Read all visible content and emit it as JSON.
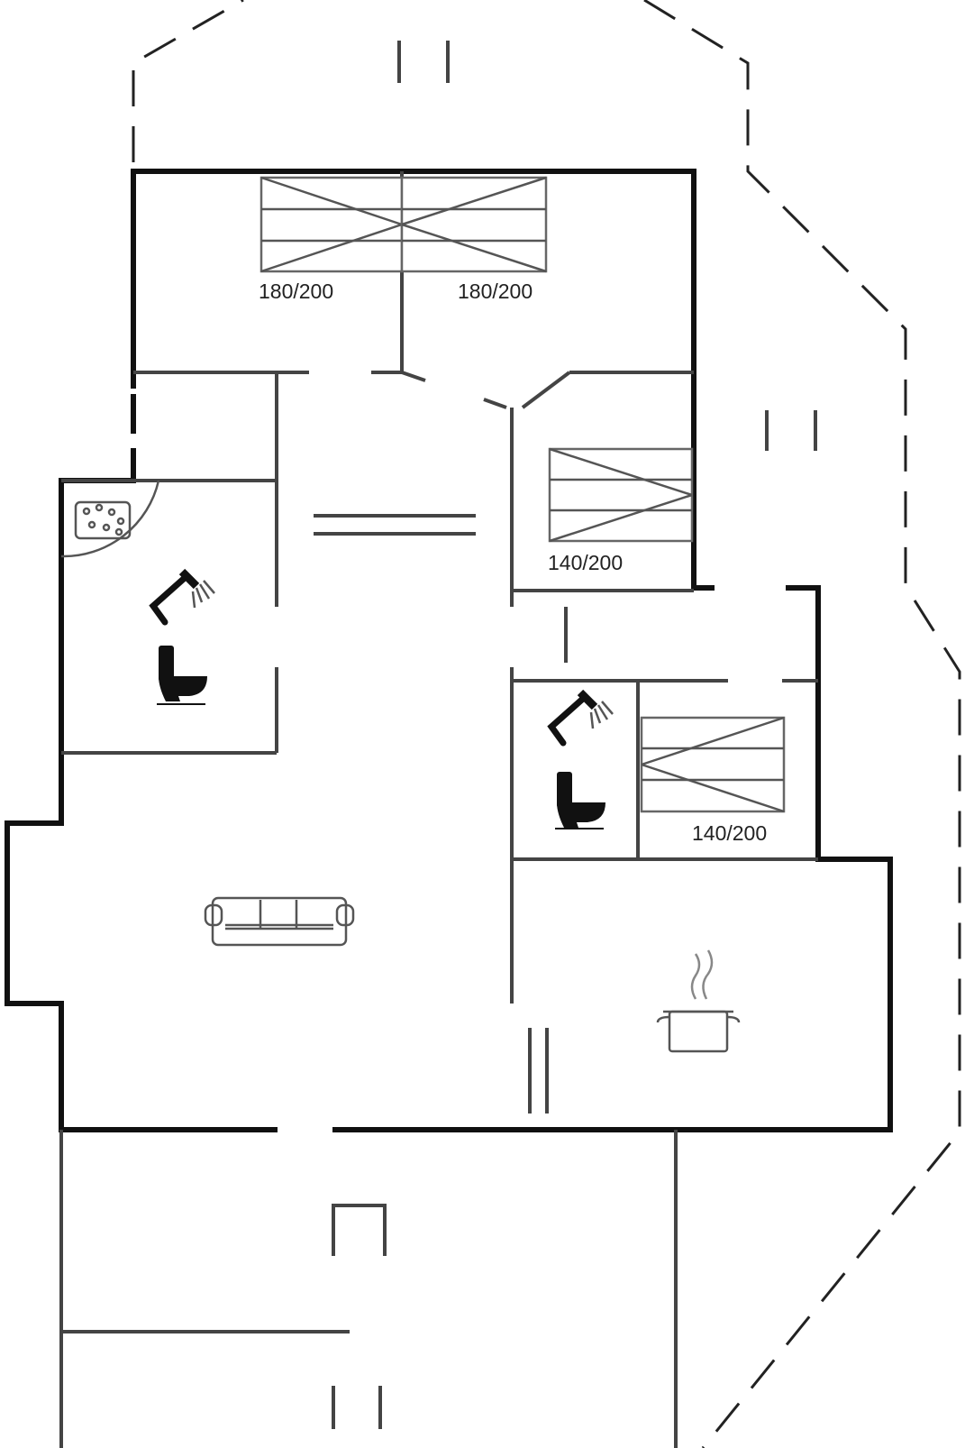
{
  "plan": {
    "beds": [
      {
        "id": "bed-1",
        "label": "180/200"
      },
      {
        "id": "bed-2",
        "label": "180/200"
      },
      {
        "id": "bed-3",
        "label": "140/200"
      },
      {
        "id": "bed-4",
        "label": "140/200"
      }
    ],
    "icons": [
      "hot-tub-icon",
      "shower-icon",
      "toilet-icon",
      "shower-icon",
      "toilet-icon",
      "sofa-icon",
      "cooking-pot-icon"
    ]
  }
}
